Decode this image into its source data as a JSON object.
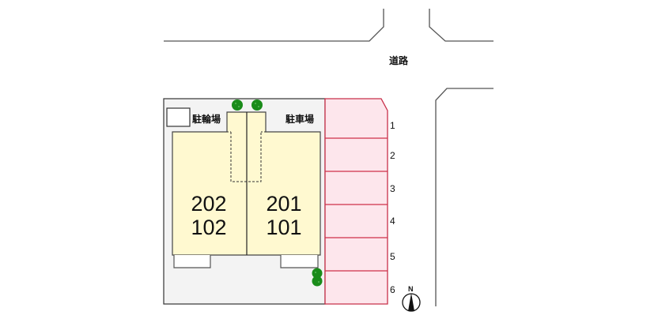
{
  "map": {
    "road_label": "道路",
    "bicycle_parking_label": "駐輪場",
    "car_parking_label": "駐車場",
    "units": {
      "left": {
        "upper": "202",
        "lower": "102"
      },
      "right": {
        "upper": "201",
        "lower": "101"
      }
    },
    "parking_spaces": [
      "1",
      "2",
      "3",
      "4",
      "5",
      "6"
    ],
    "north_label": "N",
    "colors": {
      "building_fill": "#fff9d0",
      "site_fill": "#f3f3f3",
      "parking_fill": "#fde6ec",
      "parking_stroke": "#d0304a",
      "tree": "#1a8c1a",
      "road_line": "#555555"
    }
  }
}
